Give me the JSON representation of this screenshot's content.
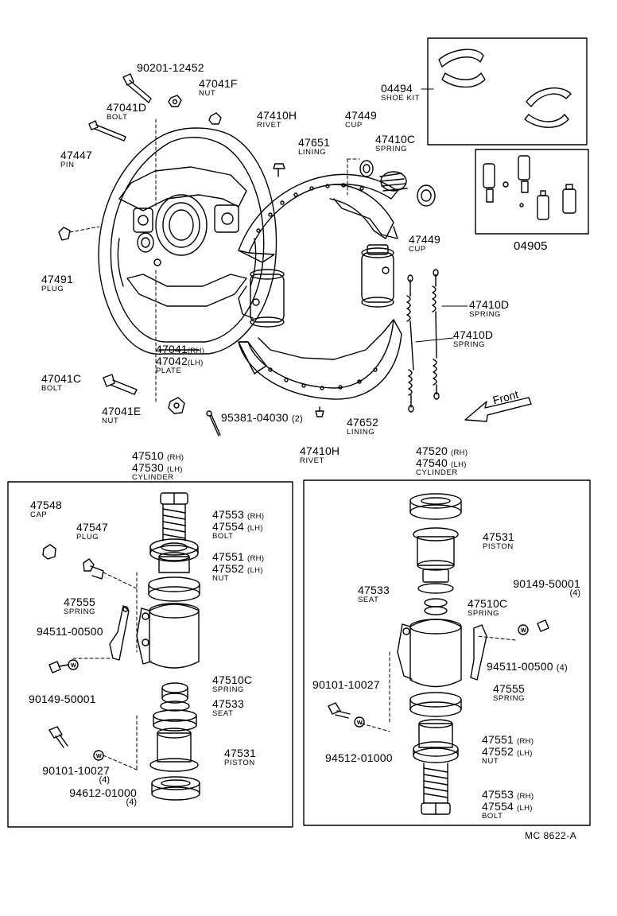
{
  "diagram": {
    "code": "MC 8622-A",
    "front_label": "Front",
    "parts": {
      "p90201": {
        "number": "90201-12452"
      },
      "p47041F": {
        "number": "47041F",
        "name": "NUT"
      },
      "p47041D": {
        "number": "47041D",
        "name": "BOLT"
      },
      "p47447": {
        "number": "47447",
        "name": "PIN"
      },
      "p47491": {
        "number": "47491",
        "name": "PLUG"
      },
      "p47410H_top": {
        "number": "47410H",
        "name": "RIVET"
      },
      "p47651": {
        "number": "47651",
        "name": "LINING"
      },
      "p47449_top": {
        "number": "47449",
        "name": "CUP"
      },
      "p47410C": {
        "number": "47410C",
        "name": "SPRING"
      },
      "p47449_bot": {
        "number": "47449",
        "name": "CUP"
      },
      "p04494": {
        "number": "04494",
        "name": "SHOE KIT"
      },
      "p04905": {
        "number": "04905"
      },
      "p47410D_a": {
        "number": "47410D",
        "name": "SPRING"
      },
      "p47410D_b": {
        "number": "47410D",
        "name": "SPRING"
      },
      "plate": {
        "number_rh": "47041",
        "side_rh": "(RH)",
        "number_lh": "47042",
        "side_lh": "(LH)",
        "name": "PLATE"
      },
      "p47041C": {
        "number": "47041C",
        "name": "BOLT"
      },
      "p47041E": {
        "number": "47041E",
        "name": "NUT"
      },
      "p95381": {
        "number": "95381-04030",
        "qty": "(2)"
      },
      "p47410H_bot": {
        "number": "47410H",
        "name": "RIVET"
      },
      "p47652": {
        "number": "47652",
        "name": "LINING"
      }
    },
    "left_cylinder": {
      "header": {
        "number_rh": "47510",
        "side_rh": "(RH)",
        "number_lh": "47530",
        "side_lh": "(LH)",
        "name": "CYLINDER"
      },
      "p47548": {
        "number": "47548",
        "name": "CAP"
      },
      "p47547": {
        "number": "47547",
        "name": "PLUG"
      },
      "p47555": {
        "number": "47555",
        "name": "SPRING"
      },
      "p94511": {
        "number": "94511-00500"
      },
      "p90149": {
        "number": "90149-50001"
      },
      "p90101": {
        "number": "90101-10027",
        "qty": "(4)"
      },
      "p94612": {
        "number": "94612-01000",
        "qty": "(4)"
      },
      "bolt": {
        "number_rh": "47553",
        "side_rh": "(RH)",
        "number_lh": "47554",
        "side_lh": "(LH)",
        "name": "BOLT"
      },
      "nut": {
        "number_rh": "47551",
        "side_rh": "(RH)",
        "number_lh": "47552",
        "side_lh": "(LH)",
        "name": "NUT"
      },
      "p47510C": {
        "number": "47510C",
        "name": "SPRING"
      },
      "p47533": {
        "number": "47533",
        "name": "SEAT"
      },
      "p47531": {
        "number": "47531",
        "name": "PISTON"
      }
    },
    "right_cylinder": {
      "header": {
        "number_rh": "47520",
        "side_rh": "(RH)",
        "number_lh": "47540",
        "side_lh": "(LH)",
        "name": "CYLINDER"
      },
      "p47531": {
        "number": "47531",
        "name": "PISTON"
      },
      "p90149": {
        "number": "90149-50001",
        "qty": "(4)"
      },
      "p47533": {
        "number": "47533",
        "name": "SEAT"
      },
      "p47510C": {
        "number": "47510C",
        "name": "SPRING"
      },
      "p94511": {
        "number": "94511-00500",
        "qty": "(4)"
      },
      "p90101": {
        "number": "90101-10027"
      },
      "p47555": {
        "number": "47555",
        "name": "SPRING"
      },
      "p94512": {
        "number": "94512-01000"
      },
      "nut": {
        "number_rh": "47551",
        "side_rh": "(RH)",
        "number_lh": "47552",
        "side_lh": "(LH)",
        "name": "NUT"
      },
      "bolt": {
        "number_rh": "47553",
        "side_rh": "(RH)",
        "number_lh": "47554",
        "side_lh": "(LH)",
        "name": "BOLT"
      }
    }
  }
}
